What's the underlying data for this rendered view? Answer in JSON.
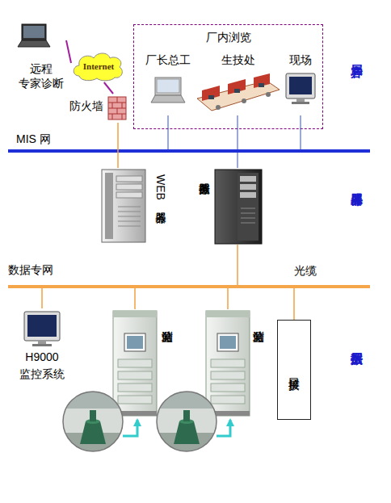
{
  "diagram": {
    "nodes": [
      {
        "text": [
          "远程 专家诊断"
        ]
      },
      {
        "text": [
          "Internet"
        ]
      },
      {
        "text": [
          "防火墙"
        ]
      },
      {
        "text": [
          "厂内浏览"
        ]
      },
      {
        "text": [
          "厂长总工"
        ],
        "in": 3
      },
      {
        "text": [
          "生技处"
        ],
        "in": 3
      },
      {
        "text": [
          "现场"
        ],
        "in": 3
      },
      {
        "text": [
          "MIS 网"
        ]
      },
      {
        "text": [
          "WEB 服务器"
        ]
      },
      {
        "text": [
          "数据服务器"
        ]
      },
      {
        "text": [
          "数据专网"
        ]
      },
      {
        "text": [
          "H9000 监控系统"
        ]
      },
      {
        "text": [
          "监测分站"
        ]
      },
      {
        "text": [
          "监测分站"
        ]
      },
      {
        "text": [
          "扩展接口"
        ]
      }
    ],
    "edges": [
      {
        "from": 0,
        "to": 1,
        "arrow": "none"
      },
      {
        "from": 1,
        "to": 2,
        "arrow": "none"
      },
      {
        "from": 2,
        "to": 8,
        "arrow": "none"
      },
      {
        "from": 4,
        "to": 7,
        "arrow": "none"
      },
      {
        "from": 5,
        "to": 7,
        "arrow": "none"
      },
      {
        "from": 6,
        "to": 7,
        "arrow": "none"
      },
      {
        "from": 7,
        "to": 9,
        "arrow": "none"
      },
      {
        "from": 9,
        "to": 10,
        "arrow": "none"
      },
      {
        "from": 10,
        "to": 11,
        "arrow": "none"
      },
      {
        "from": 10,
        "to": 12,
        "arrow": "none"
      },
      {
        "from": 10,
        "to": 13,
        "arrow": "none"
      },
      {
        "from": 10,
        "to": 14,
        "arrow": "none"
      }
    ],
    "labels": [
      "客户层",
      "服务器层",
      "数据层",
      "光缆"
    ]
  }
}
